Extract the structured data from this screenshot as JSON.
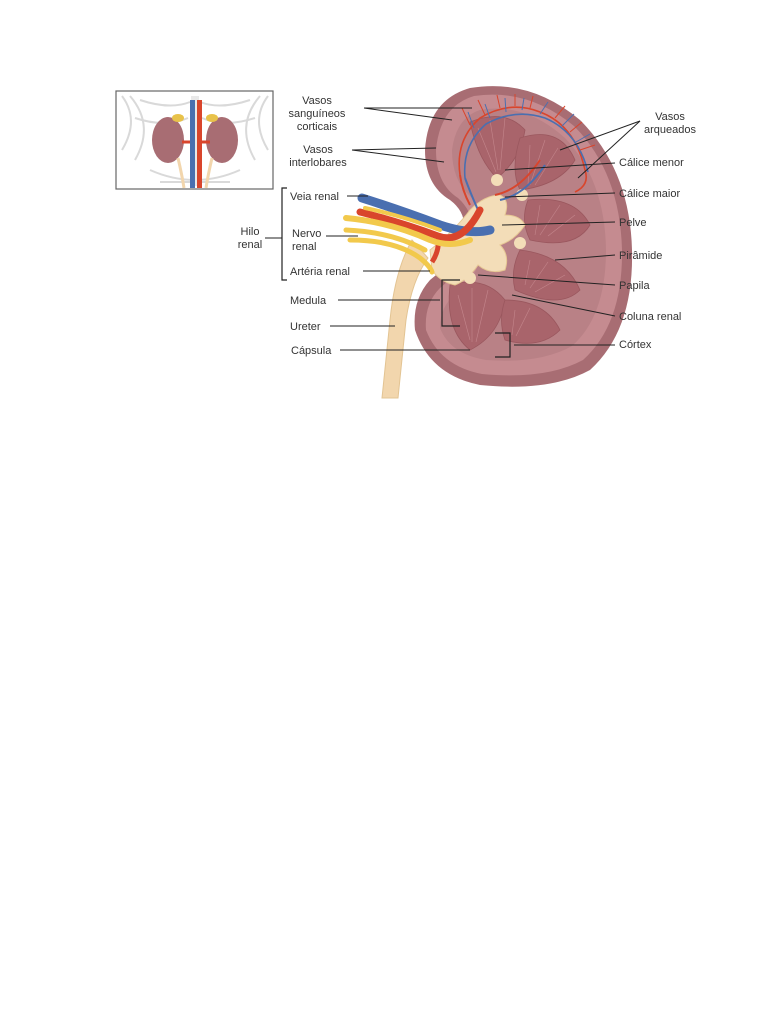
{
  "labels": {
    "vasos_sanguineos_corticais": [
      "Vasos",
      "sanguíneos",
      "corticais"
    ],
    "vasos_interlobares": [
      "Vasos",
      "interlobares"
    ],
    "hilo_renal": [
      "Hilo",
      "renal"
    ],
    "veia_renal": "Veia renal",
    "nervo_renal": [
      "Nervo",
      "renal"
    ],
    "arteria_renal": "Artéria renal",
    "medula": "Medula",
    "ureter": "Ureter",
    "capsula": "Cápsula",
    "vasos_arqueados": [
      "Vasos",
      "arqueados"
    ],
    "calice_menor": "Cálice menor",
    "calice_maior": "Cálice maior",
    "pelve": "Pelve",
    "piramide": "Pirâmide",
    "papila": "Papila",
    "coluna_renal": "Coluna renal",
    "cortex": "Córtex"
  },
  "colors": {
    "kidney_outer": "#a86d73",
    "cortex": "#c58b90",
    "pyramid": "#b5767c",
    "pelvis": "#f3ddb8",
    "artery": "#d9452c",
    "vein": "#4a6fb0",
    "nerve": "#f2c94c",
    "ureter": "#f2d6ad"
  }
}
